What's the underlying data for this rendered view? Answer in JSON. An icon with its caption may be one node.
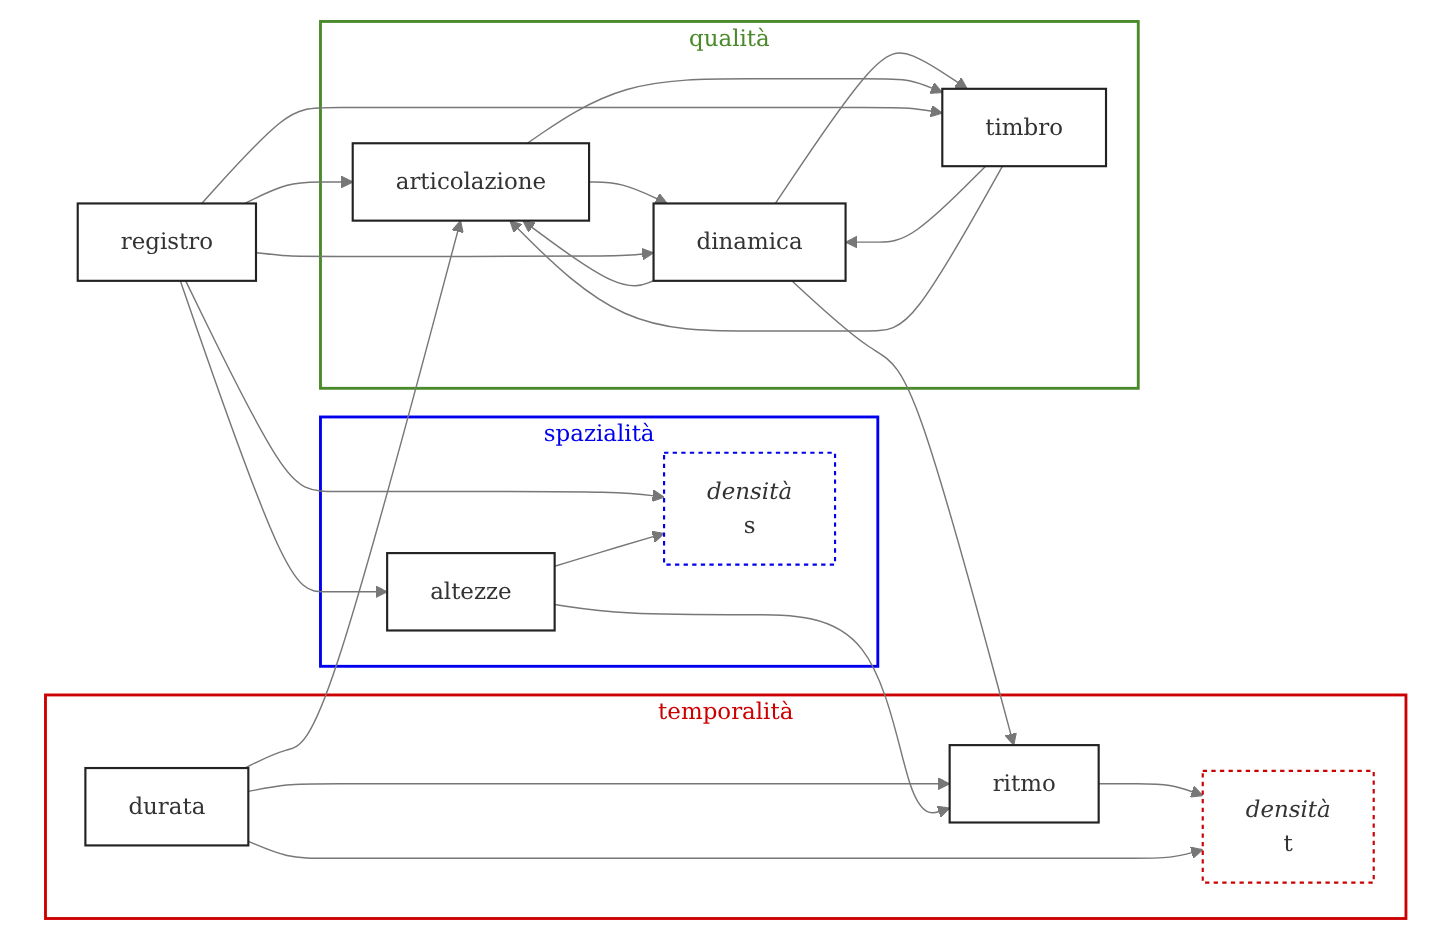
{
  "diagram": {
    "nodes": [
      {
        "text": [
          "temporalità"
        ]
      },
      {
        "text": [
          "ritmo"
        ],
        "in": 0
      },
      {
        "text": [
          "durata"
        ],
        "in": 0
      },
      {
        "text": [
          "densità",
          "t"
        ],
        "in": 0
      },
      {
        "text": [
          "qualità"
        ]
      },
      {
        "text": [
          "dinamica"
        ],
        "in": 4
      },
      {
        "text": [
          "timbro"
        ],
        "in": 4
      },
      {
        "text": [
          "articolazione"
        ],
        "in": 4
      },
      {
        "text": [
          "spazialità"
        ]
      },
      {
        "text": [
          "registro"
        ]
      },
      {
        "text": [
          "altezze"
        ],
        "in": 8
      },
      {
        "text": [
          "densità",
          "s"
        ],
        "in": 8
      }
    ],
    "edges": [
      {
        "from": 5,
        "to": 1,
        "arrow": "to"
      },
      {
        "from": 1,
        "to": 3,
        "arrow": "to"
      },
      {
        "from": 2,
        "to": 1,
        "arrow": "to"
      },
      {
        "from": 2,
        "to": 3,
        "arrow": "to"
      },
      {
        "from": 2,
        "to": 7,
        "arrow": "to"
      },
      {
        "from": 10,
        "to": 1,
        "arrow": "to"
      },
      {
        "from": 5,
        "to": 6,
        "arrow": "to"
      },
      {
        "from": 6,
        "to": 5,
        "arrow": "to"
      },
      {
        "from": 5,
        "to": 7,
        "arrow": "to"
      },
      {
        "from": 7,
        "to": 5,
        "arrow": "to"
      },
      {
        "from": 6,
        "to": 7,
        "arrow": "to"
      },
      {
        "from": 7,
        "to": 6,
        "arrow": "to"
      },
      {
        "from": 9,
        "to": 5,
        "arrow": "to"
      },
      {
        "from": 9,
        "to": 6,
        "arrow": "to"
      },
      {
        "from": 9,
        "to": 7,
        "arrow": "to"
      },
      {
        "from": 9,
        "to": 10,
        "arrow": "to"
      },
      {
        "from": 9,
        "to": 11,
        "arrow": "to"
      },
      {
        "from": 10,
        "to": 11,
        "arrow": "to"
      }
    ]
  }
}
